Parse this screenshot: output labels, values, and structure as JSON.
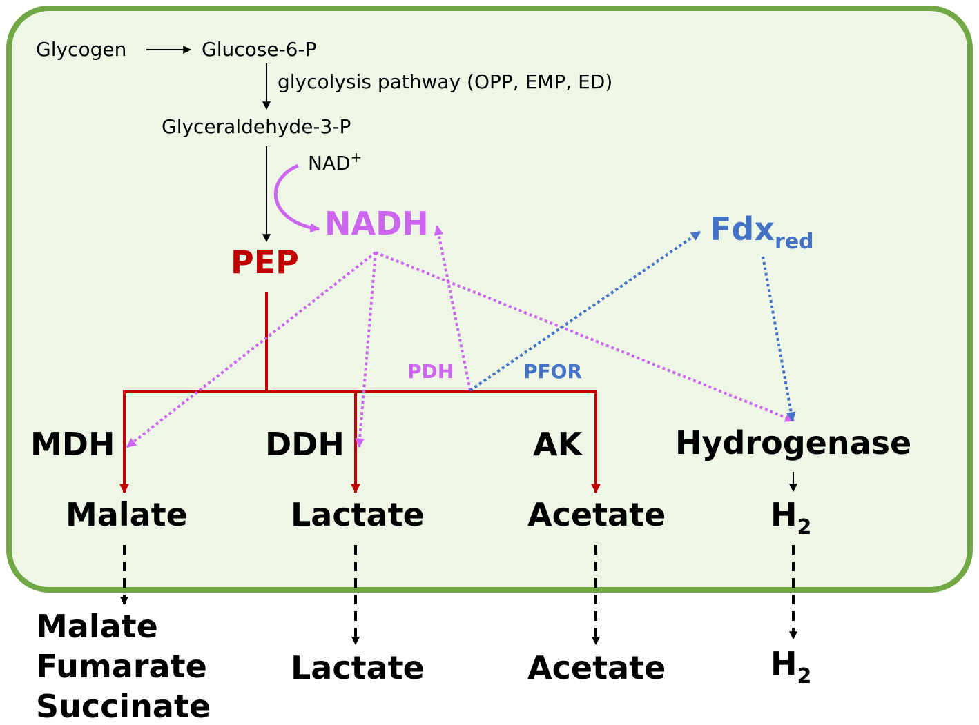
{
  "colors": {
    "cell_fill": "#eef7e6",
    "cell_border": "#71a845",
    "pep": "#c00000",
    "nadh": "#cc66ee",
    "fdx": "#4472c4",
    "black": "#000000"
  },
  "diagram": {
    "glycogen": "Glycogen",
    "glucose6p": "Glucose-6-P",
    "glycolysis": "glycolysis pathway (OPP, EMP, ED)",
    "g3p": "Glyceraldehyde-3-P",
    "nad": "NAD",
    "nad_sup": "+",
    "nadh": "NADH",
    "pep": "PEP",
    "fdx": "Fdx",
    "fdx_sub": "red",
    "pdh": "PDH",
    "pfor": "PFOR",
    "mdh": "MDH",
    "ddh": "DDH",
    "ak": "AK",
    "hydrogenase": "Hydrogenase",
    "malate": "Malate",
    "lactate": "Lactate",
    "acetate": "Acetate",
    "h": "H",
    "h_sub": "2",
    "out_malate": "Malate",
    "out_fumarate": "Fumarate",
    "out_succinate": "Succinate",
    "out_lactate": "Lactate",
    "out_acetate": "Acetate",
    "out_h": "H",
    "out_h_sub": "2"
  }
}
